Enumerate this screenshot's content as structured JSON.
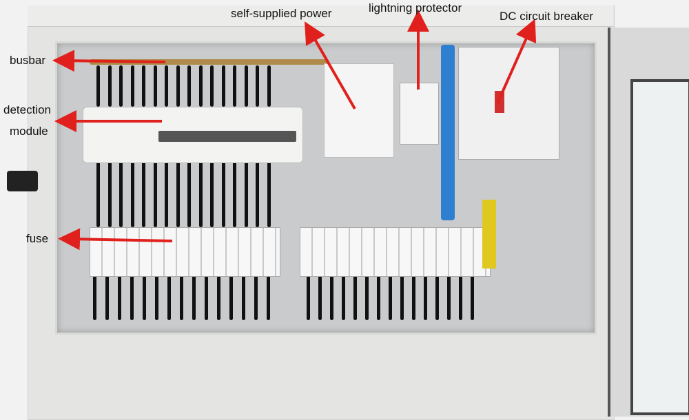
{
  "labels": {
    "busbar": "busbar",
    "detection_module_line1": "detection",
    "detection_module_line2": "module",
    "fuse": "fuse",
    "self_supplied_power": "self-supplied power",
    "lightning_protector": "lightning protector",
    "dc_circuit_breaker": "DC circuit breaker"
  },
  "colors": {
    "arrow": "#e0201c",
    "cabinet": "#e4e4e2",
    "blue_bar": "#2f7fd0"
  }
}
